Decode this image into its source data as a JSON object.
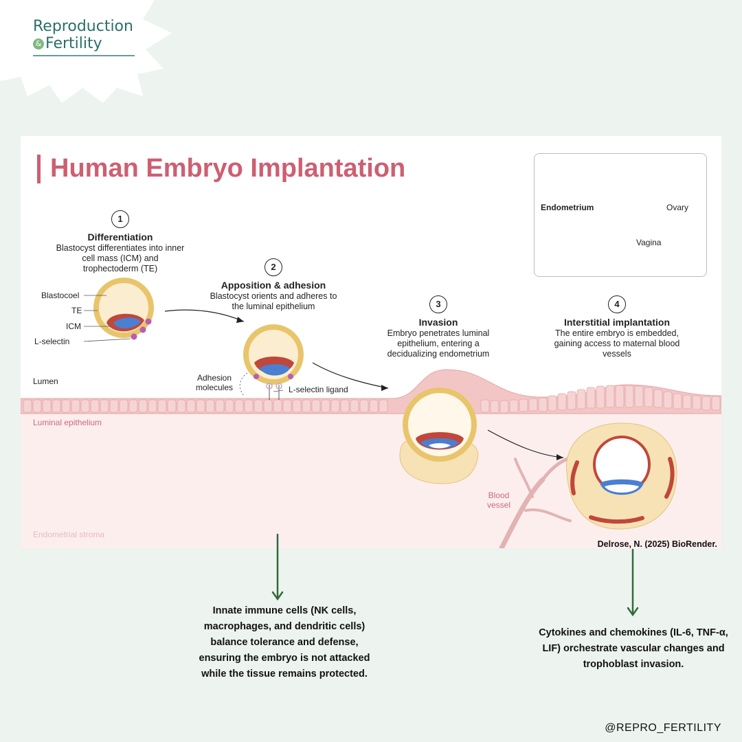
{
  "brand": {
    "line1": "Reproduction",
    "amp": "&",
    "line2": "Fertility"
  },
  "title": "Human Embryo Implantation",
  "inset_labels": {
    "endometrium": "Endometrium",
    "ovary": "Ovary",
    "vagina": "Vagina"
  },
  "steps": [
    {
      "number": "1",
      "heading": "Differentiation",
      "text": "Blastocyst differentiates into inner cell mass (ICM) and trophectoderm (TE)"
    },
    {
      "number": "2",
      "heading": "Apposition & adhesion",
      "text": "Blastocyst orients and adheres to the luminal epithelium"
    },
    {
      "number": "3",
      "heading": "Invasion",
      "text": "Embryo penetrates luminal epithelium, entering a decidualizing endometrium"
    },
    {
      "number": "4",
      "heading": "Interstitial implantation",
      "text": "The entire embryo is embedded, gaining access to maternal blood vessels"
    }
  ],
  "labels": {
    "blastocoel": "Blastocoel",
    "te": "TE",
    "icm": "ICM",
    "l_selectin": "L-selectin",
    "lumen": "Lumen",
    "adhesion_molecules": "Adhesion molecules",
    "l_selectin_ligand": "L-selectin ligand",
    "luminal_epithelium": "Luminal epithelium",
    "endometrial_stroma": "Endometrial stroma",
    "blood_vessel": "Blood vessel"
  },
  "credit": "Delrose, N. (2025) BioRender.",
  "notes": {
    "left": "Innate immune cells (NK cells, macrophages, and dendritic cells) balance tolerance and defense, ensuring the embryo is not attacked while the tissue remains protected.",
    "right": "Cytokines and chemokines (IL-6, TNF-α, LIF) orchestrate vascular changes and trophoblast invasion."
  },
  "handle": "@REPRO_FERTILITY",
  "colors": {
    "title": "#cd5f72",
    "brand": "#2a6f6a",
    "arrow_green": "#2f6b3a",
    "background": "#edf3ef",
    "stroma": "#fdeeee",
    "epithelium": "#f3c6c6",
    "trophectoderm": "#f2d37a",
    "icm_red": "#c0473b",
    "icm_blue": "#4a7fd1"
  }
}
